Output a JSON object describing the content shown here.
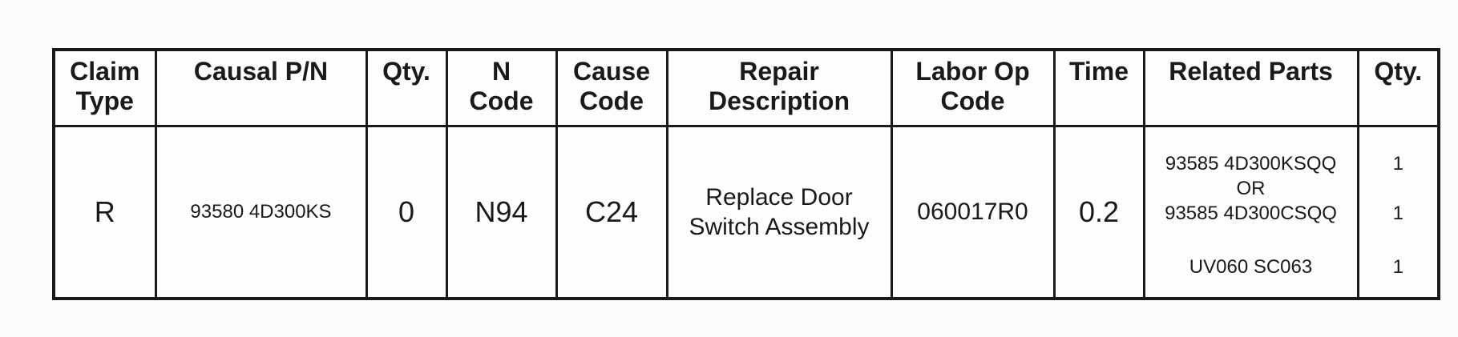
{
  "colors": {
    "background": "#fcfcfc",
    "border": "#1a1a1a",
    "text": "#1a1a1a"
  },
  "table": {
    "headers": [
      {
        "id": "claim-type",
        "lines": [
          "Claim",
          "Type"
        ]
      },
      {
        "id": "causal-pn",
        "lines": [
          "Causal P/N"
        ]
      },
      {
        "id": "qty",
        "lines": [
          "Qty."
        ]
      },
      {
        "id": "n-code",
        "lines": [
          "N",
          "Code"
        ]
      },
      {
        "id": "cause-code",
        "lines": [
          "Cause",
          "Code"
        ]
      },
      {
        "id": "repair-description",
        "lines": [
          "Repair",
          "Description"
        ]
      },
      {
        "id": "labor-op-code",
        "lines": [
          "Labor Op",
          "Code"
        ]
      },
      {
        "id": "time",
        "lines": [
          "Time"
        ]
      },
      {
        "id": "related-parts",
        "lines": [
          "Related Parts"
        ]
      },
      {
        "id": "related-qty",
        "lines": [
          "Qty."
        ]
      }
    ],
    "row": {
      "claim_type": "R",
      "causal_pn": "93580 4D300KS",
      "qty": "0",
      "n_code": "N94",
      "cause_code": "C24",
      "repair_description_lines": [
        "Replace Door",
        "Switch Assembly"
      ],
      "labor_op_code": "060017R0",
      "time": "0.2",
      "related_parts": [
        {
          "part": "93585 4D300KSQQ",
          "qty": "1"
        },
        {
          "part": "OR",
          "qty": ""
        },
        {
          "part": "93585 4D300CSQQ",
          "qty": "1"
        },
        {
          "part": "UV060 SC063",
          "qty": "1"
        }
      ]
    }
  }
}
